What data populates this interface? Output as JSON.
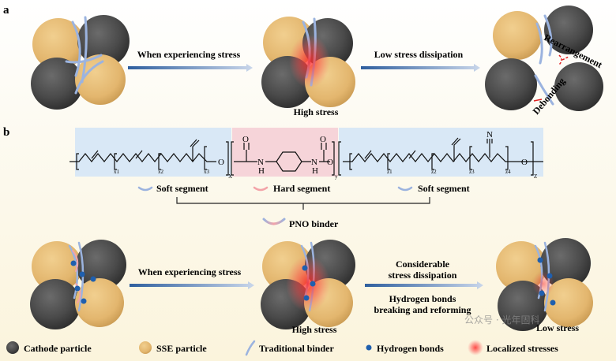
{
  "panels": {
    "a": "a",
    "b": "b"
  },
  "panel_a": {
    "arrow1_label": "When experiencing stress",
    "arrow2_label": "Low stress dissipation",
    "mid_label": "High stress",
    "rearrangement": "Rearrangement",
    "debonding": "Debonding"
  },
  "structure": {
    "x1": "x1",
    "x2": "x2",
    "x3": "x3",
    "X": "X",
    "O": "O",
    "N": "N",
    "H": "H",
    "y": "y",
    "z1": "z1",
    "z2": "z2",
    "z3": "z3",
    "z4": "z4",
    "Z": "Z"
  },
  "segments": {
    "soft1": "Soft segment",
    "hard": "Hard segment",
    "soft2": "Soft segment",
    "binder": "PNO binder"
  },
  "panel_b": {
    "arrow1_label": "When experiencing stress",
    "mid_label": "High stress",
    "dissipation_line1": "Considerable",
    "dissipation_line2": "stress dissipation",
    "hbond_line1": "Hydrogen bonds",
    "hbond_line2": "breaking and reforming",
    "right_label": "Low stress"
  },
  "legend": {
    "cathode": "Cathode particle",
    "sse": "SSE particle",
    "binder": "Traditional binder",
    "hbonds": "Hydrogen bonds",
    "stress": "Localized stresses"
  },
  "watermark": "公众号 · 光年固科",
  "colors": {
    "cathode": "#4a4a4a",
    "sse": "#e3b66e",
    "binder": "#9bb3df",
    "hbond": "#1f5fae",
    "stress": "#ff5a5a",
    "soft_bg": "#d9e8f6",
    "hard_bg": "#f6d4d9"
  }
}
